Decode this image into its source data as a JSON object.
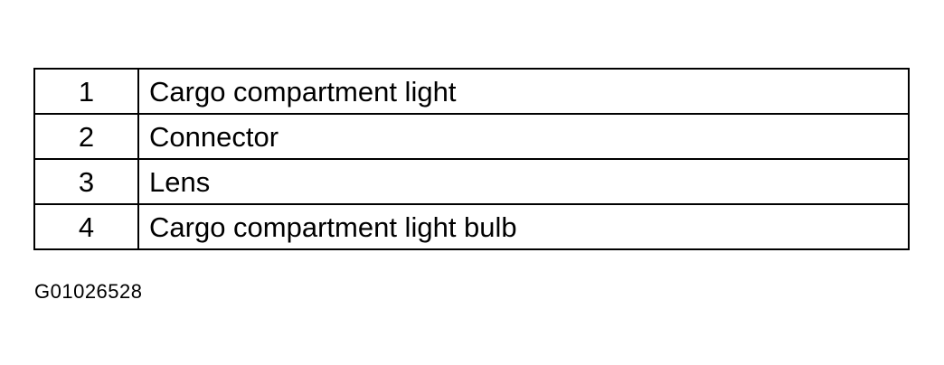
{
  "legend": {
    "rows": [
      {
        "number": "1",
        "description": "Cargo compartment light"
      },
      {
        "number": "2",
        "description": "Connector"
      },
      {
        "number": "3",
        "description": "Lens"
      },
      {
        "number": "4",
        "description": "Cargo compartment light bulb"
      }
    ]
  },
  "figure_id": "G01026528"
}
